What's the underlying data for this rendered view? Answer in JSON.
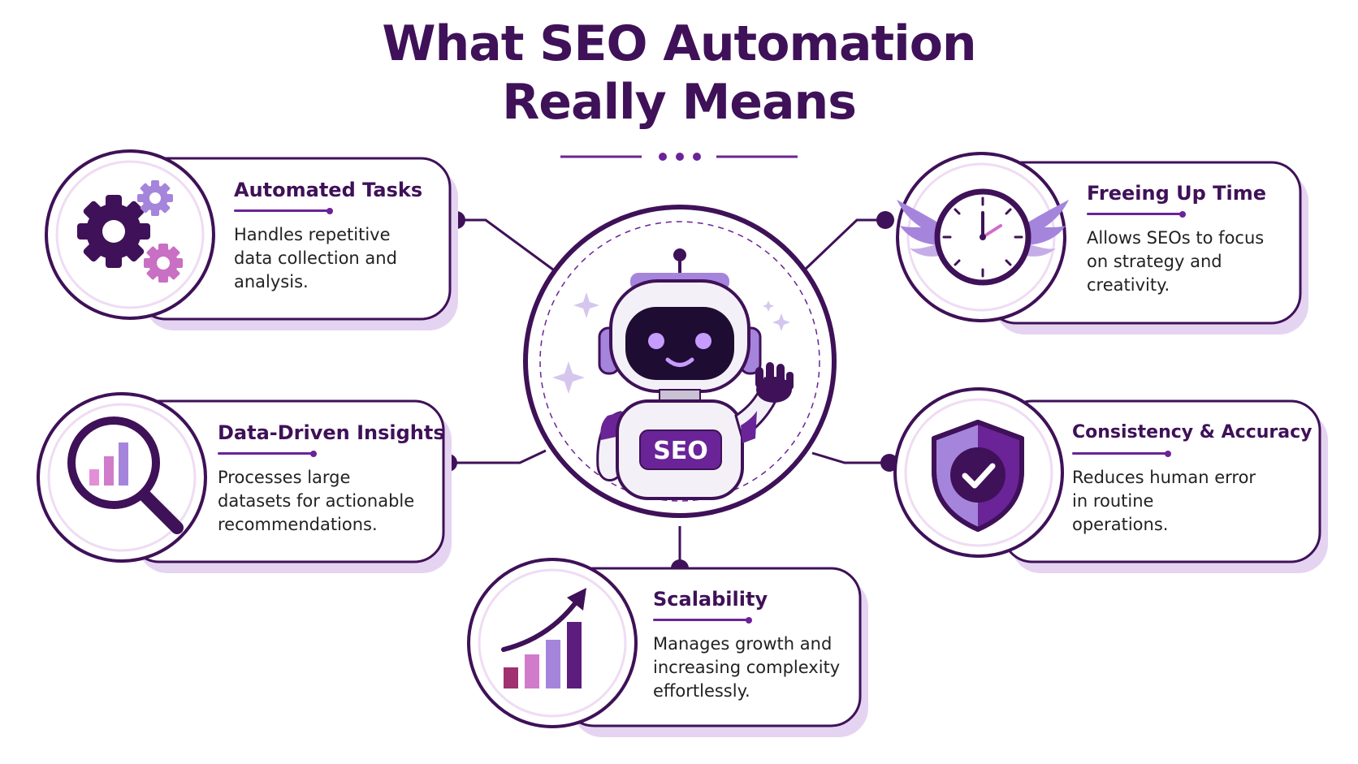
{
  "title_line1": "What SEO Automation",
  "title_line2": "Really Means",
  "center": {
    "badge": "SEO"
  },
  "colors": {
    "primary": "#3f1158",
    "accent": "#6a2497",
    "lavender": "#a585dc",
    "pink": "#d17ccb",
    "shadow": "#e4d4f1"
  },
  "cards": [
    {
      "id": "automated-tasks",
      "title": "Automated Tasks",
      "description": "Handles repetitive\ndata collection and\nanalysis.",
      "icon": "gears-icon"
    },
    {
      "id": "freeing-up-time",
      "title": "Freeing Up Time",
      "description": "Allows SEOs to focus\non strategy and\ncreativity.",
      "icon": "winged-clock-icon"
    },
    {
      "id": "data-driven-insights",
      "title": "Data-Driven Insights",
      "description": "Processes large\ndatasets for actionable\nrecommendations.",
      "icon": "magnifier-chart-icon"
    },
    {
      "id": "consistency-accuracy",
      "title": "Consistency & Accuracy",
      "description": "Reduces human error\nin routine\noperations.",
      "icon": "shield-check-icon"
    },
    {
      "id": "scalability",
      "title": "Scalability",
      "description": "Manages growth and\nincreasing complexity\neffortlessly.",
      "icon": "growth-chart-icon"
    }
  ]
}
